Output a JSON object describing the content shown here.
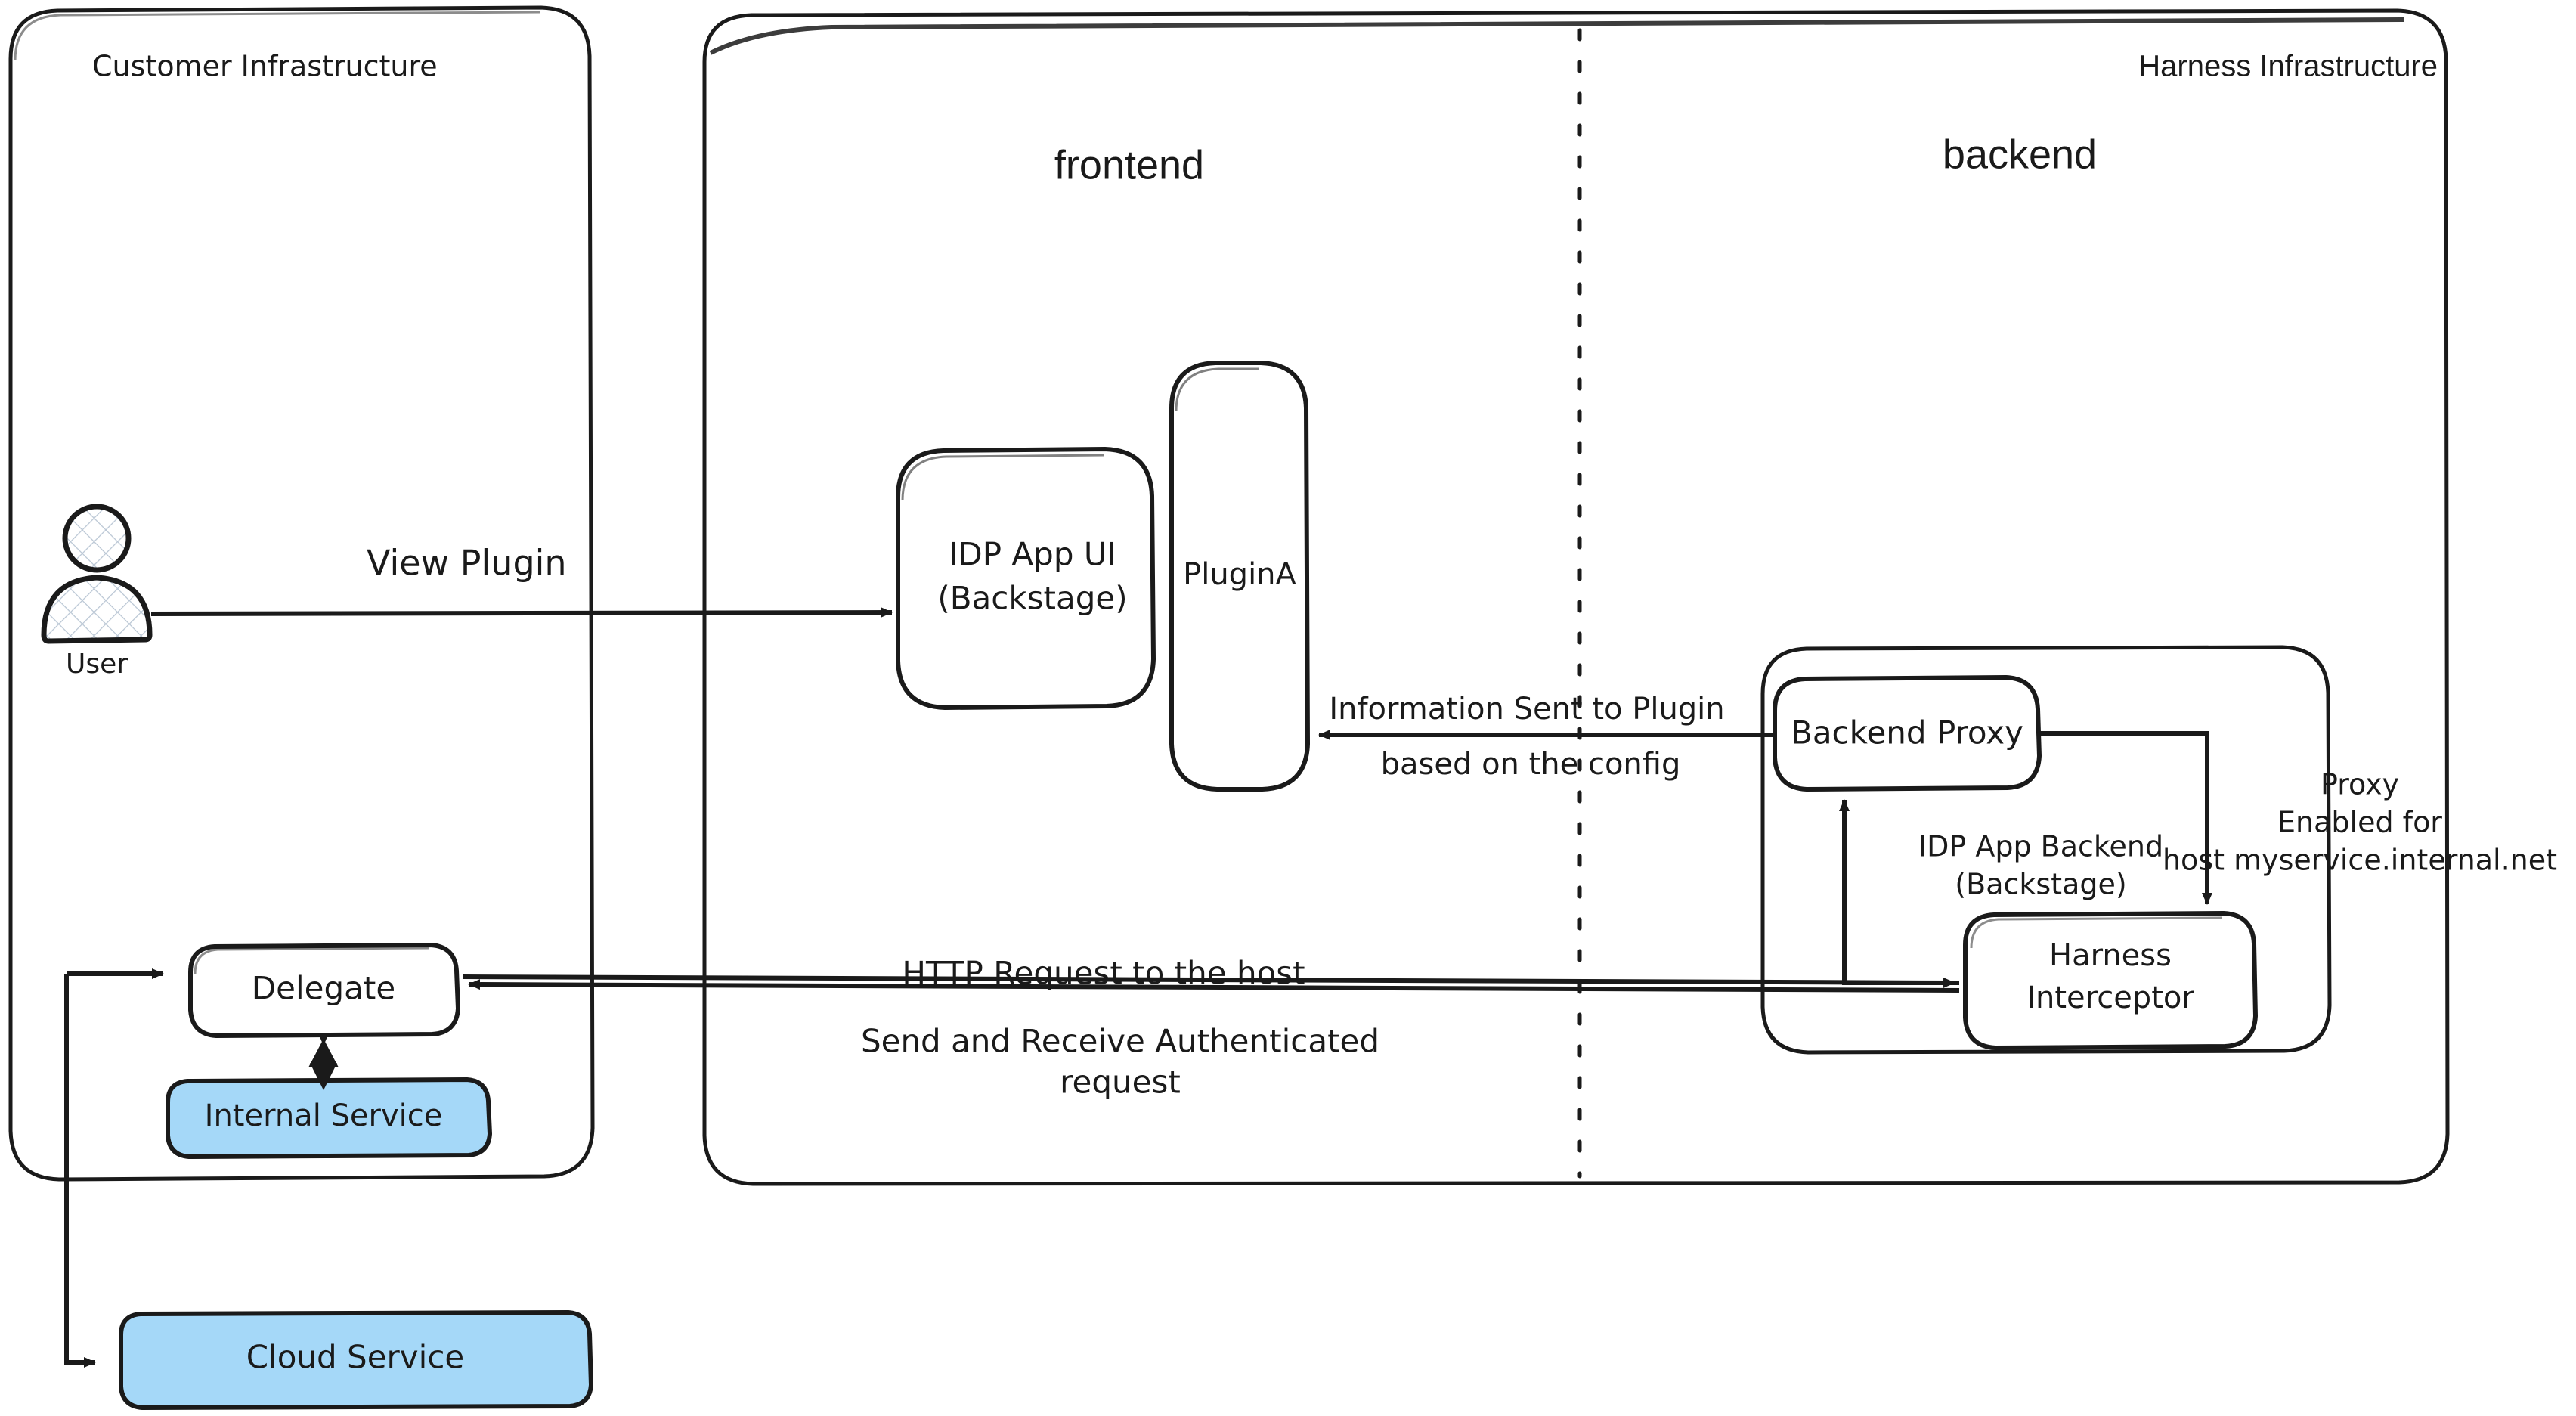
{
  "diagram": {
    "title_customer": "Customer Infrastructure",
    "title_harness": "Harness Infrastructure",
    "zone_frontend": "frontend",
    "zone_backend": "backend",
    "colors": {
      "stroke": "#1a1a1a",
      "service_fill": "#A5D8F8",
      "background": "#ffffff"
    }
  },
  "nodes": {
    "user": {
      "label": "User"
    },
    "idp_app_ui": {
      "line1": "IDP App UI",
      "line2": "(Backstage)"
    },
    "plugin_a": {
      "label": "PluginA"
    },
    "backend_proxy": {
      "label": "Backend Proxy"
    },
    "idp_app_backend": {
      "line1": "IDP App Backend",
      "line2": "(Backstage)"
    },
    "harness_interceptor": {
      "line1": "Harness",
      "line2": "Interceptor"
    },
    "delegate": {
      "label": "Delegate"
    },
    "internal_service": {
      "label": "Internal Service"
    },
    "cloud_service": {
      "label": "Cloud Service"
    }
  },
  "edges": {
    "view_plugin": {
      "label": "View Plugin"
    },
    "info_to_plugin": {
      "line1": "Information Sent to Plugin",
      "line2": "based on the config"
    },
    "http_request": {
      "line1": "HTTP Request to the host",
      "line2": "Send and Receive Authenticated",
      "line3": "request"
    },
    "proxy_enabled": {
      "line1": "Proxy",
      "line2": "Enabled for",
      "line3": "host myservice.internal.net"
    }
  }
}
